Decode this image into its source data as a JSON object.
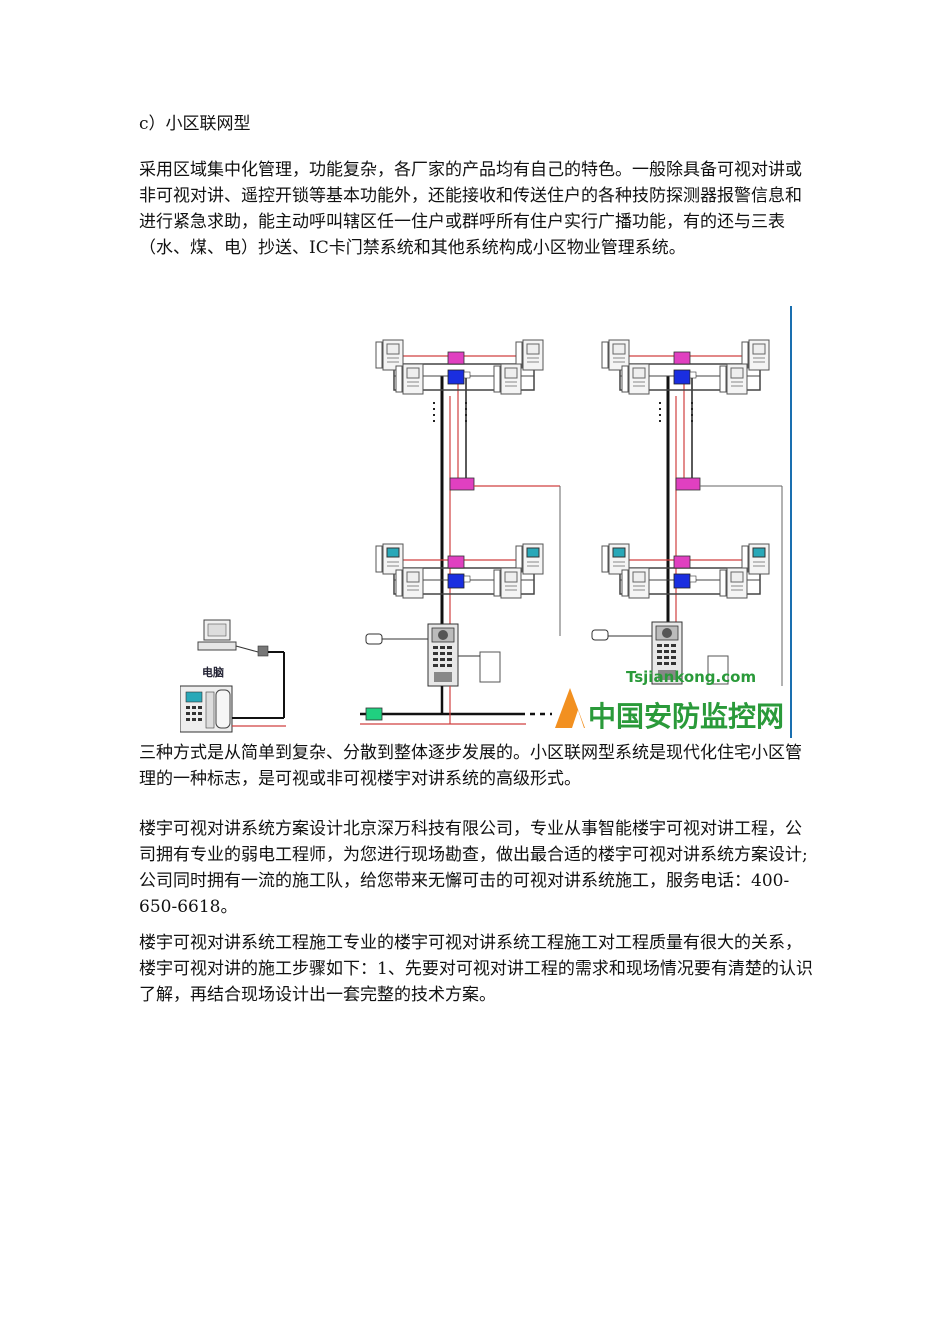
{
  "section_heading": "c）小区联网型",
  "paragraphs": [
    "采用区域集中化管理，功能复杂，各厂家的产品均有自己的特色。一般除具备可视对讲或非可视对讲、遥控开锁等基本功能外，还能接收和传送住户的各种技防探测器报警信息和进行紧急求助，能主动呼叫辖区任一住户或群呼所有住户实行广播功能，有的还与三表（水、煤、电）抄送、IC卡门禁系统和其他系统构成小区物业管理系统。",
    "三种方式是从简单到复杂、分散到整体逐步发展的。小区联网型系统是现代化住宅小区管理的一种标志，是可视或非可视楼宇对讲系统的高级形式。",
    "楼宇可视对讲系统方案设计北京深万科技有限公司，专业从事智能楼宇可视对讲工程，公司拥有专业的弱电工程师，为您进行现场勘查，做出最合适的楼宇可视对讲系统方案设计;公司同时拥有一流的施工队，给您带来无懈可击的可视对讲系统施工，服务电话：400-650-6618。",
    "楼宇可视对讲系统工程施工专业的楼宇可视对讲系统工程施工对工程质量有很大的关系，楼宇可视对讲的施工步骤如下：1、先要对可视对讲工程的需求和现场情况要有清楚的认识了解，再结合现场设计出一套完整的技术方案。"
  ],
  "diagram": {
    "computer_label": "电脑",
    "watermark_url": "Tsjiankong.com",
    "watermark_brand": "中国安防监控网"
  },
  "colors": {
    "bus_line": "#111111",
    "signal_line": "#d04040",
    "distributor": "#e040c0",
    "decoder": "#1a2ee0",
    "terminal": "#20d080",
    "logo_orange": "#f29020",
    "logo_green": "#2a9a3a"
  }
}
